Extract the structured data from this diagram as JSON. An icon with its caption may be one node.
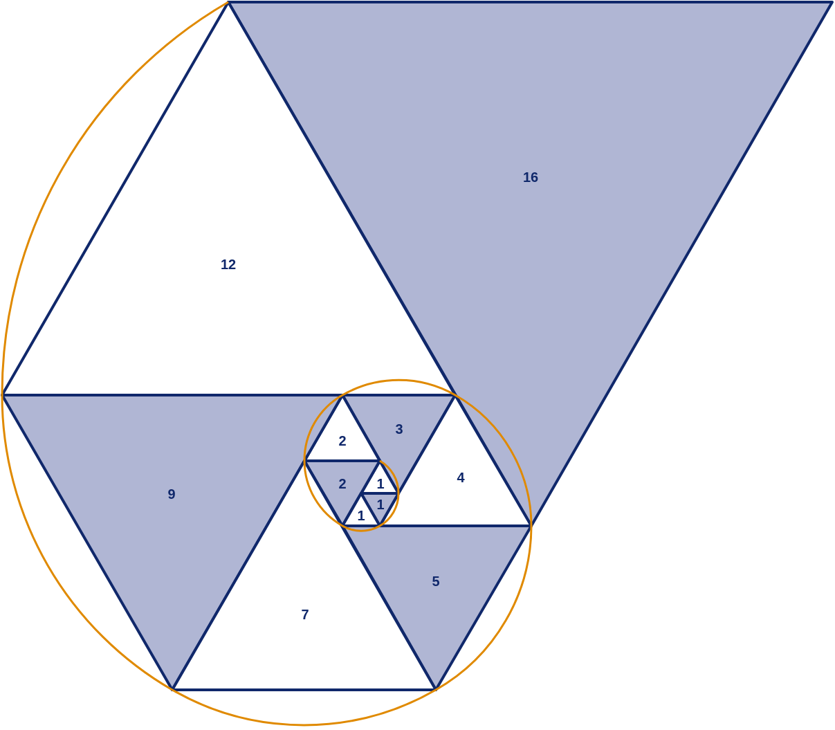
{
  "diagram": {
    "nodes": [
      {
        "text": [
          "16"
        ]
      },
      {
        "text": [
          "12"
        ]
      },
      {
        "text": [
          "3"
        ]
      },
      {
        "text": [
          "2"
        ]
      },
      {
        "text": [
          "4"
        ]
      },
      {
        "text": [
          "1"
        ]
      },
      {
        "text": [
          "2"
        ]
      },
      {
        "text": [
          "9"
        ]
      },
      {
        "text": [
          "1"
        ]
      },
      {
        "text": [
          "1"
        ]
      },
      {
        "text": [
          "5"
        ]
      },
      {
        "text": [
          "7"
        ]
      }
    ]
  }
}
